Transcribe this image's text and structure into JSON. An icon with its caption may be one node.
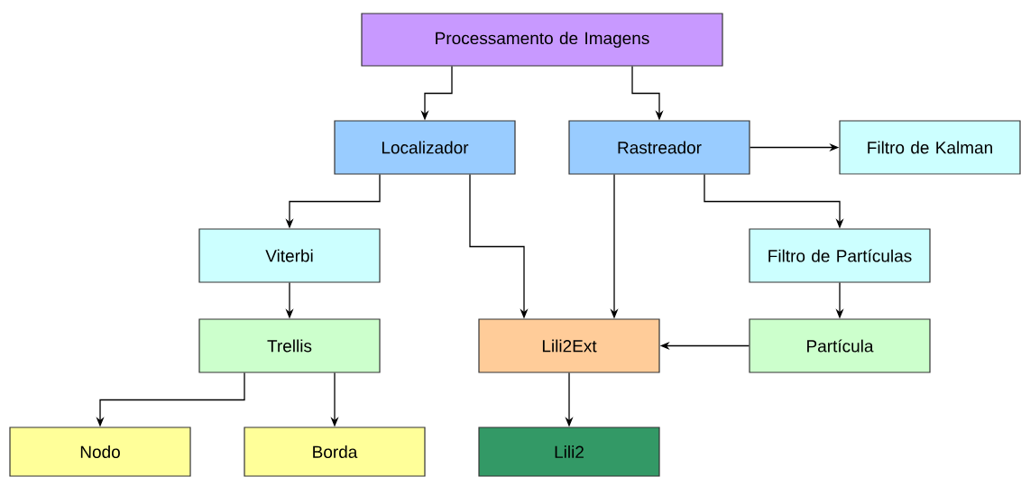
{
  "diagram": {
    "nodes": [
      {
        "text": [
          "Processamento de Imagens"
        ]
      },
      {
        "text": [
          "Localizador"
        ]
      },
      {
        "text": [
          "Rastreador"
        ]
      },
      {
        "text": [
          "Filtro de Kalman"
        ]
      },
      {
        "text": [
          "Viterbi"
        ]
      },
      {
        "text": [
          "Filtro de Partículas"
        ]
      },
      {
        "text": [
          "Trellis"
        ]
      },
      {
        "text": [
          "Lili2Ext"
        ]
      },
      {
        "text": [
          "Partícula"
        ]
      },
      {
        "text": [
          "Nodo"
        ]
      },
      {
        "text": [
          "Borda"
        ]
      },
      {
        "text": [
          "Lili2"
        ]
      }
    ],
    "edges": [
      {
        "from": 0,
        "to": 1,
        "arrow": "to"
      },
      {
        "from": 0,
        "to": 2,
        "arrow": "to"
      },
      {
        "from": 2,
        "to": 3,
        "arrow": "to"
      },
      {
        "from": 1,
        "to": 4,
        "arrow": "to"
      },
      {
        "from": 1,
        "to": 7,
        "arrow": "to"
      },
      {
        "from": 2,
        "to": 7,
        "arrow": "to"
      },
      {
        "from": 2,
        "to": 5,
        "arrow": "to"
      },
      {
        "from": 4,
        "to": 6,
        "arrow": "to"
      },
      {
        "from": 5,
        "to": 8,
        "arrow": "to"
      },
      {
        "from": 8,
        "to": 7,
        "arrow": "to"
      },
      {
        "from": 6,
        "to": 9,
        "arrow": "to"
      },
      {
        "from": 6,
        "to": 10,
        "arrow": "to"
      },
      {
        "from": 7,
        "to": 11,
        "arrow": "to"
      }
    ]
  }
}
